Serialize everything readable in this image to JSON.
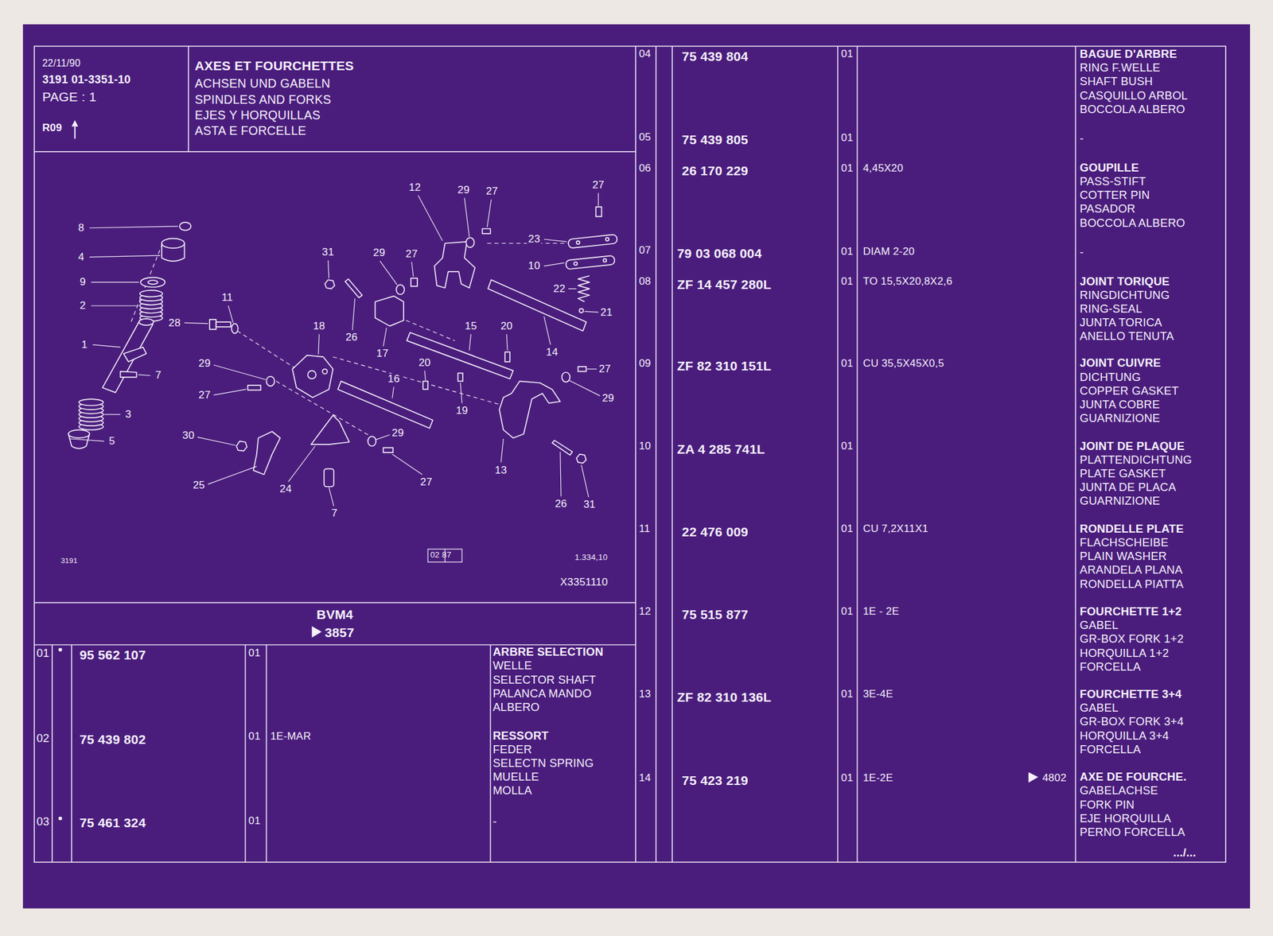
{
  "diagram": {
    "title": "AXES ET FOURCHETTES",
    "labels": [
      "22/11/90",
      "3191 01-3351-10",
      "PAGE : 1",
      "R09",
      "ACHSEN UND GABELN",
      "SPINDLES AND FORKS",
      "EJES Y HORQUILLAS",
      "ASTA E FORCELLE",
      "8",
      "4",
      "9",
      "2",
      "1",
      "7",
      "3",
      "5",
      "28",
      "11",
      "31",
      "29",
      "27",
      "12",
      "29",
      "27",
      "27",
      "23",
      "10",
      "22",
      "21",
      "18",
      "26",
      "17",
      "15",
      "20",
      "14",
      "20",
      "16",
      "19",
      "29",
      "27",
      "27",
      "29",
      "30",
      "25",
      "24",
      "7",
      "29",
      "27",
      "13",
      "26",
      "31",
      "3191",
      "02 87",
      "1.334,10",
      "X3351110",
      "BVM4",
      "3857",
      "01",
      "95 562 107",
      "01",
      "ARBRE SELECTION",
      "WELLE",
      "SELECTOR SHAFT",
      "PALANCA MANDO",
      "ALBERO",
      "02",
      "75 439 802",
      "01",
      "1E-MAR",
      "RESSORT",
      "FEDER",
      "SELECTN SPRING",
      "MUELLE",
      "MOLLA",
      "03",
      "75 461 324",
      "01",
      "-",
      "04",
      "75 439 804",
      "01",
      "BAGUE D'ARBRE",
      "RING F.WELLE",
      "SHAFT BUSH",
      "CASQUILLO ARBOL",
      "BOCCOLA ALBERO",
      "05",
      "75 439 805",
      "01",
      "-",
      "06",
      "26 170 229",
      "01",
      "4,45X20",
      "GOUPILLE",
      "PASS-STIFT",
      "COTTER PIN",
      "PASADOR",
      "BOCCOLA ALBERO",
      "07",
      "79 03 068 004",
      "01",
      "DIAM 2-20",
      "-",
      "08",
      "ZF 14 457 280L",
      "01",
      "TO 15,5X20,8X2,6",
      "JOINT TORIQUE",
      "RINGDICHTUNG",
      "RING-SEAL",
      "JUNTA TORICA",
      "ANELLO TENUTA",
      "09",
      "ZF 82 310 151L",
      "01",
      "CU 35,5X45X0,5",
      "JOINT CUIVRE",
      "DICHTUNG",
      "COPPER GASKET",
      "JUNTA COBRE",
      "GUARNIZIONE",
      "10",
      "ZA 4 285 741L",
      "01",
      "JOINT DE PLAQUE",
      "PLATTENDICHTUNG",
      "PLATE GASKET",
      "JUNTA DE PLACA",
      "GUARNIZIONE",
      "11",
      "22 476 009",
      "01",
      "CU 7,2X11X1",
      "RONDELLE PLATE",
      "FLACHSCHEIBE",
      "PLAIN WASHER",
      "ARANDELA PLANA",
      "RONDELLA PIATTA",
      "12",
      "75 515 877",
      "01",
      "1E - 2E",
      "FOURCHETTE 1+2",
      "GABEL",
      "GR-BOX FORK 1+2",
      "HORQUILLA 1+2",
      "FORCELLA",
      "13",
      "ZF 82 310 136L",
      "01",
      "3E-4E",
      "FOURCHETTE 3+4",
      "GABEL",
      "GR-BOX FORK 3+4",
      "HORQUILLA 3+4",
      "FORCELLA",
      "14",
      "75 423 219",
      "01",
      "1E-2E",
      "4802",
      "AXE DE FOURCHE.",
      "GABELACHSE",
      "FORK PIN",
      "EJE HORQUILLA",
      "PERNO FORCELLA",
      ".../..."
    ]
  }
}
